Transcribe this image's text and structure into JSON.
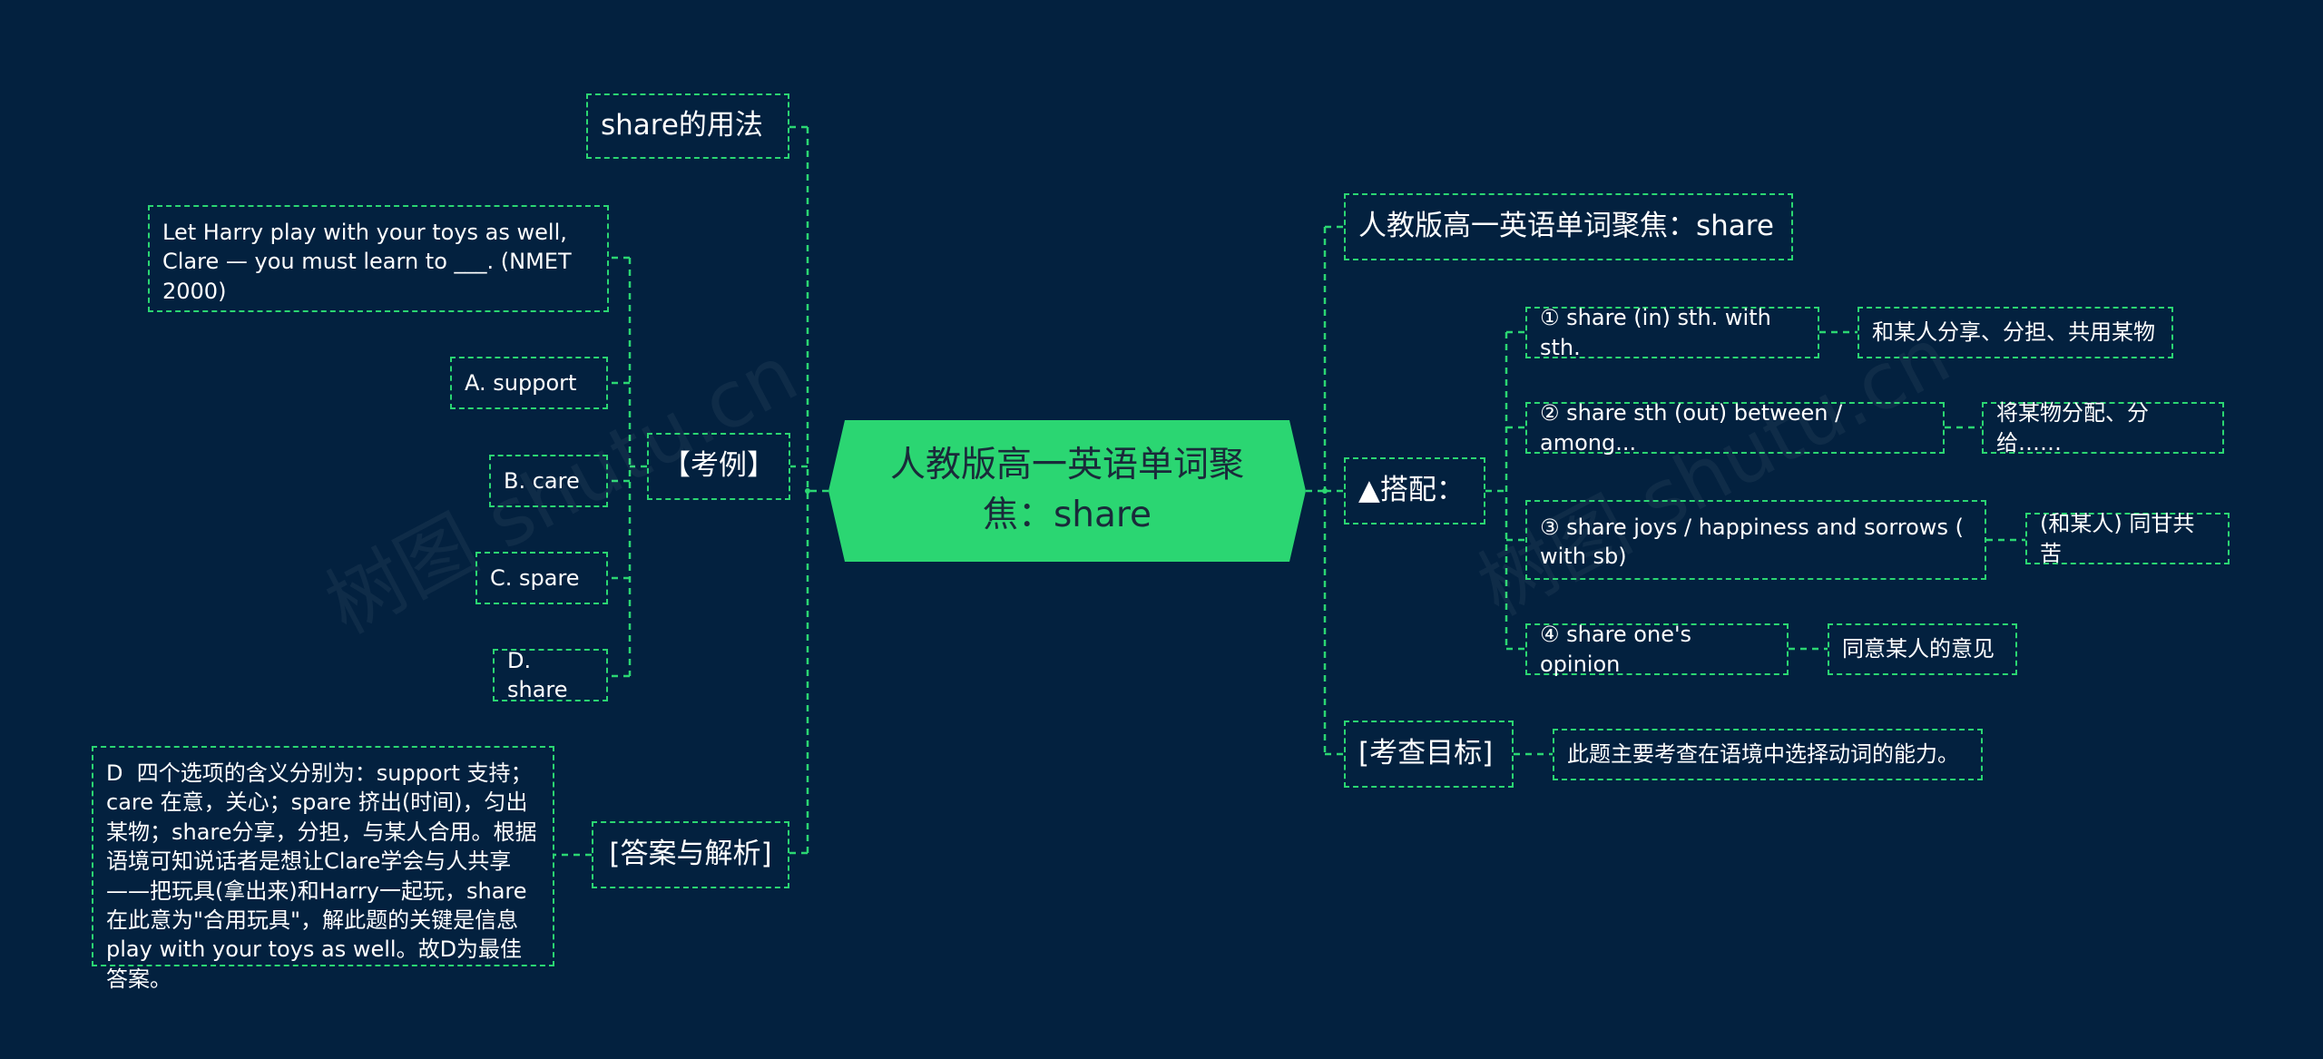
{
  "colors": {
    "background": "#03213f",
    "accent": "#2bd672",
    "text": "#ffffff"
  },
  "watermark": "树图 shutu.cn",
  "center": "人教版高一英语单词聚焦：share",
  "left": {
    "usage": "share的用法",
    "example": {
      "label": "【考例】",
      "question": "Let Harry play with your toys as well, Clare — you must learn to ___. (NMET 2000)",
      "options": [
        "A. support",
        "B. care",
        "C. spare",
        "D. share"
      ]
    },
    "answer": {
      "label": "[答案与解析]",
      "text": "D  四个选项的含义分别为：support 支持；care 在意，关心；spare 挤出(时间)，匀出某物；share分享，分担，与某人合用。根据语境可知说话者是想让Clare学会与人共享——把玩具(拿出来)和Harry一起玩，share在此意为\"合用玩具\"，解此题的关键是信息play with your toys as well。故D为最佳答案。"
    }
  },
  "right": {
    "title": "人教版高一英语单词聚焦：share",
    "collocation": {
      "label": "▲搭配：",
      "items": [
        {
          "phrase": "① share (in) sth. with sth.",
          "meaning": "和某人分享、分担、共用某物"
        },
        {
          "phrase": "② share sth (out) between / among...",
          "meaning": "将某物分配、分给……"
        },
        {
          "phrase": "③ share joys / happiness and sorrows ( with sb)",
          "meaning": "(和某人) 同甘共苦"
        },
        {
          "phrase": "④ share one's opinion",
          "meaning": "同意某人的意见"
        }
      ]
    },
    "goal": {
      "label": "[考查目标]",
      "text": "此题主要考查在语境中选择动词的能力。"
    }
  }
}
